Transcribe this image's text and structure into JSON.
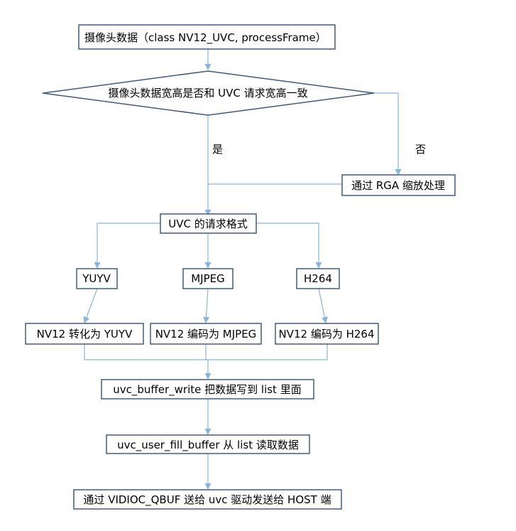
{
  "flowchart": {
    "start": "摄像头数据（class NV12_UVC, processFrame）",
    "decision": "摄像头数据宽高是否和 UVC 请求宽高一致",
    "yes_label": "是",
    "no_label": "否",
    "rga_process": "通过 RGA 缩放处理",
    "format_check": "UVC 的请求格式",
    "formats": {
      "yuyv": "YUYV",
      "mjpeg": "MJPEG",
      "h264": "H264"
    },
    "conversions": {
      "yuyv": "NV12 转化为 YUYV",
      "mjpeg": "NV12 编码为 MJPEG",
      "h264": "NV12 编码为 H264"
    },
    "buffer_write": "uvc_buffer_write 把数据写到 list 里面",
    "fill_buffer": "uvc_user_fill_buffer 从 list 读取数据",
    "qbuf": "通过 VIDIOC_QBUF 送给 uvc 驱动发送给 HOST 端"
  },
  "colors": {
    "box_border": "#3f5b80",
    "connector": "#88b3dd",
    "text": "#000000",
    "background": "#ffffff"
  }
}
